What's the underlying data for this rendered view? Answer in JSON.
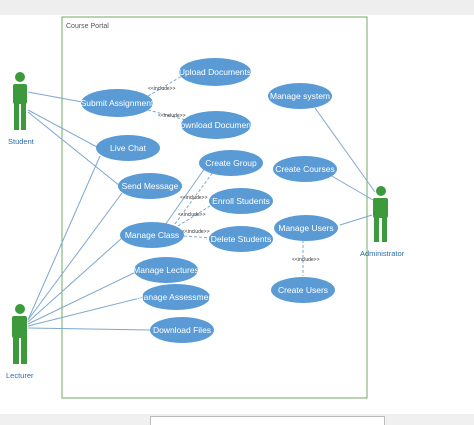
{
  "boundary": {
    "title": "Course Portal"
  },
  "actors": {
    "student": "Student",
    "lecturer": "Lecturer",
    "administrator": "Administrator"
  },
  "use_cases": {
    "upload_documents": "Upload Documents",
    "submit_assignment": "Submit Assignment",
    "download_documents": "Download Documents",
    "live_chat": "Live Chat",
    "send_message": "Send Message",
    "create_group": "Create Group",
    "enroll_students": "Enroll Students",
    "manage_class": "Manage Class",
    "delete_students": "Delete Students",
    "manage_lectures": "Manage Lectures",
    "manage_assessment": "Manage Assessment",
    "download_files": "Download Files",
    "manage_system": "Manage system",
    "create_courses": "Create Courses",
    "manage_users": "Manage Users",
    "create_users": "Create Users"
  },
  "include_label": "<<include>>",
  "colors": {
    "usecase_fill": "#5b9bd5",
    "actor_green": "#3c9a3c",
    "boundary": "#70a860",
    "line": "#7fa7cf",
    "label_blue": "#2e6da4"
  }
}
